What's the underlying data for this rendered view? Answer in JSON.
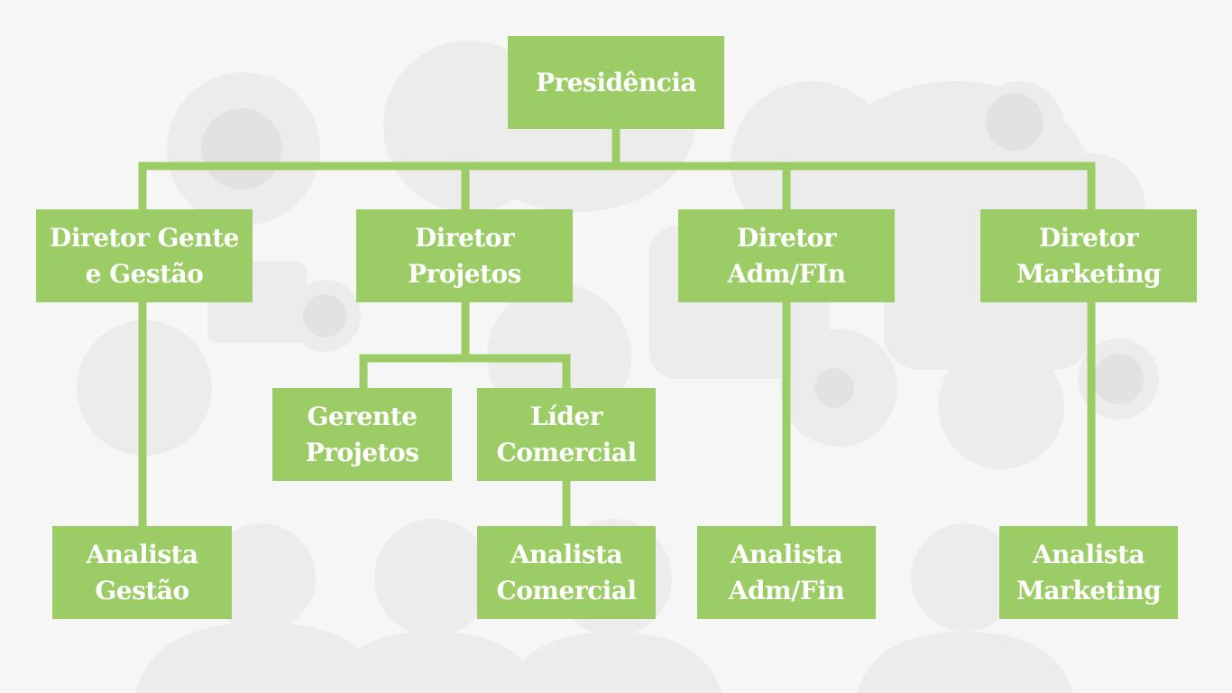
{
  "colors": {
    "node": "#9ccc65",
    "connector": "#9ccc65",
    "background": "#f6f6f6",
    "background_art": "#e6e6e6"
  },
  "org_chart": {
    "root": {
      "label": "Presidência"
    },
    "directors": [
      {
        "id": "dir-gente",
        "label": "Diretor Gente\ne Gestão"
      },
      {
        "id": "dir-projetos",
        "label": "Diretor\nProjetos"
      },
      {
        "id": "dir-admfin",
        "label": "Diretor\nAdm/FIn"
      },
      {
        "id": "dir-marketing",
        "label": "Diretor\nMarketing"
      }
    ],
    "managers": [
      {
        "id": "gerente-projetos",
        "label": "Gerente\nProjetos",
        "parent": "dir-projetos"
      },
      {
        "id": "lider-comercial",
        "label": "Líder\nComercial",
        "parent": "dir-projetos"
      }
    ],
    "analysts": [
      {
        "id": "analista-gestao",
        "label": "Analista\nGestão",
        "parent": "dir-gente"
      },
      {
        "id": "analista-comercial",
        "label": "Analista\nComercial",
        "parent": "lider-comercial"
      },
      {
        "id": "analista-admfin",
        "label": "Analista\nAdm/Fin",
        "parent": "dir-admfin"
      },
      {
        "id": "analista-marketing",
        "label": "Analista\nMarketing",
        "parent": "dir-marketing"
      }
    ]
  }
}
